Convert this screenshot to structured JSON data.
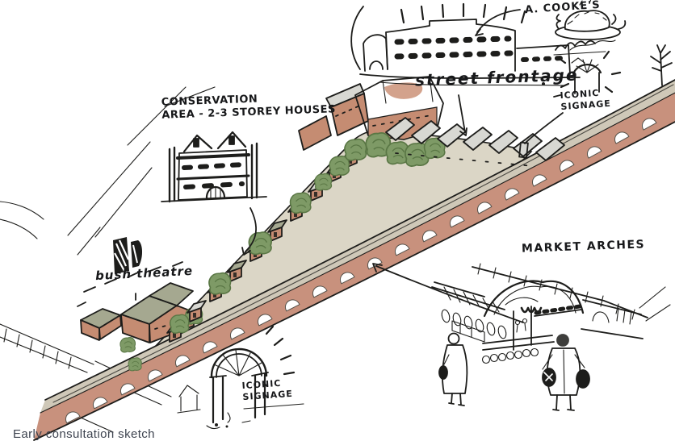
{
  "page": {
    "background": "#ffffff",
    "caption": "Early consultation sketch"
  },
  "annotations": {
    "pie_shop": "A. COOKE'S",
    "street_frontage": "street frontage",
    "iconic_signage_right": {
      "line1": "ICONIC",
      "line2": "SIGNAGE"
    },
    "conservation_area": {
      "line1": "CONSERVATION",
      "line2": "AREA - 2-3 STOREY HOUSES"
    },
    "bush_theatre": "bush theatre",
    "market_arches": "MARKET ARCHES",
    "iconic_signage_bottom": {
      "line1": "ICONIC",
      "line2": "SIGNAGE"
    }
  },
  "colors": {
    "page_bg": "#ffffff",
    "ink": "#1d1d1b",
    "market_floor": "#dbd6c6",
    "viaduct_deck": "#cfc8b8",
    "viaduct_wall": "#c8917d",
    "stall_roof_gray": "#d8d8d3",
    "roof_olive": "#a5a890",
    "wall_terracotta": "#c58c72",
    "wall_salmon_light": "#d3a28c",
    "tree_green": "#7e9a66",
    "tree_green_dark": "#5a7745",
    "caption_text": "#3e4450"
  }
}
